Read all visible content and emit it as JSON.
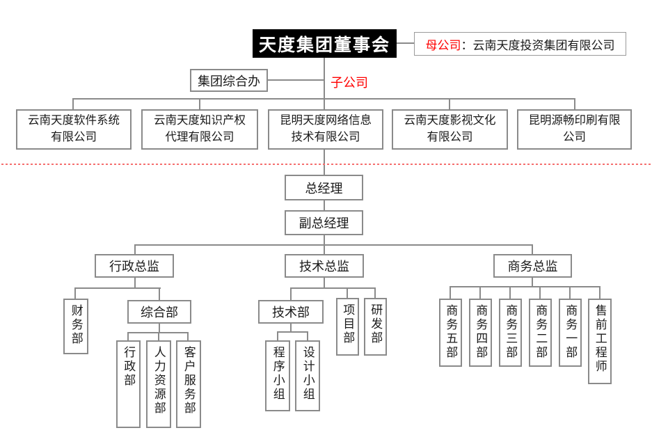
{
  "colors": {
    "board_bg": "#000000",
    "accent_red": "#ff0000",
    "line_gray": "#8a8a8a",
    "divider_red": "#f56e6e"
  },
  "board": {
    "label": "天度集团董事会"
  },
  "parent_company": {
    "prefix": "母公司",
    "rest": "：云南天度投资集团有限公司"
  },
  "group_office": {
    "label": "集团综合办"
  },
  "subsidiary_label": "子公司",
  "subsidiaries": [
    "云南天度软件系统\n有限公司",
    "云南天度知识产权\n代理有限公司",
    "昆明天度网络信息\n技术有限公司",
    "云南天度影视文化\n有限公司",
    "昆明源畅印刷有限\n公司"
  ],
  "management": {
    "general_manager": "总经理",
    "deputy_general_manager": "副总经理"
  },
  "directors": {
    "admin": "行政总监",
    "tech": "技术总监",
    "business": "商务总监"
  },
  "admin_branch": {
    "finance": "财务部",
    "general_dept": "综合部",
    "sub_depts": [
      "行政部",
      "人力资源部",
      "客户服务部"
    ]
  },
  "tech_branch": {
    "tech_dept": "技术部",
    "project_dept": "项目部",
    "rnd_dept": "研发部",
    "sub_groups": [
      "程序小组",
      "设计小组"
    ]
  },
  "business_branch": {
    "depts": [
      "商务五部",
      "商务四部",
      "商务三部",
      "商务二部",
      "商务一部",
      "售前工程师"
    ]
  }
}
